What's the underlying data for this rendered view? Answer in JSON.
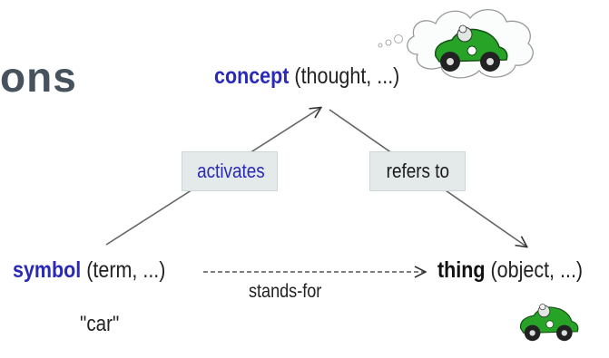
{
  "heading": {
    "text": "ons"
  },
  "nodes": {
    "concept": {
      "keyword": "concept",
      "rest": " (thought, ...)"
    },
    "symbol": {
      "keyword": "symbol",
      "rest": " (term, ...)"
    },
    "thing": {
      "keyword": "thing",
      "rest": " (object, ...)"
    }
  },
  "edges": {
    "activates": "activates",
    "refers_to": "refers to",
    "stands_for": "stands-for"
  },
  "example": {
    "text": "\"car\""
  },
  "colors": {
    "keyword_blue": "#2a2ab8",
    "edge_box_bg": "#e4e9ea",
    "car_green": "#27a327",
    "heading_gray": "#46535f"
  },
  "icons": [
    "thought-bubble-car-icon",
    "car-icon"
  ]
}
